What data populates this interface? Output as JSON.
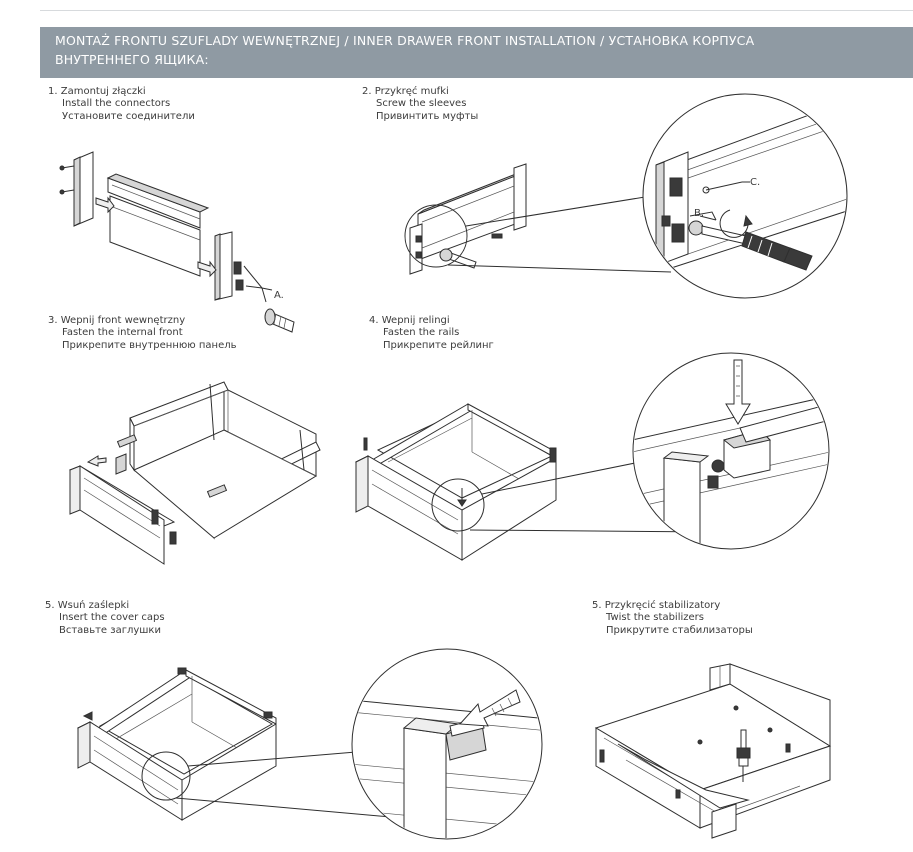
{
  "header": {
    "title_line1": "MONTAŻ FRONTU SZUFLADY WEWNĘTRZNEJ / INNER DRAWER FRONT INSTALLATION / УСТАНОВКА КОРПУСА",
    "title_line2": "ВНУТРЕННЕГО ЯЩИКА:"
  },
  "steps": [
    {
      "number": "1.",
      "pl": "Zamontuj złączki",
      "en": "Install the connectors",
      "ru": "Установите соединители"
    },
    {
      "number": "2.",
      "pl": "Przykręć mufki",
      "en": "Screw the sleeves",
      "ru": "Привинтить муфты"
    },
    {
      "number": "3.",
      "pl": "Wepnij front wewnętrzny",
      "en": "Fasten the internal front",
      "ru": "Прикрепите внутреннюю панель"
    },
    {
      "number": "4.",
      "pl": "Wepnij relingi",
      "en": "Fasten the rails",
      "ru": "Прикрепите рейлинг"
    },
    {
      "number": "5.",
      "pl": "Wsuń zaślepki",
      "en": "Insert the cover caps",
      "ru": "Вставьте заглушки"
    },
    {
      "number": "5.",
      "pl": "Przykręcić stabilizatory",
      "en": "Twist the stabilizers",
      "ru": "Прикрутите стабилизаторы"
    }
  ],
  "callouts": {
    "a": "A.",
    "b": "B.",
    "c": "C."
  },
  "icons": [
    "screwdriver-icon",
    "arrow-down-icon",
    "arrow-left-icon",
    "connector-icon",
    "sleeve-icon"
  ]
}
